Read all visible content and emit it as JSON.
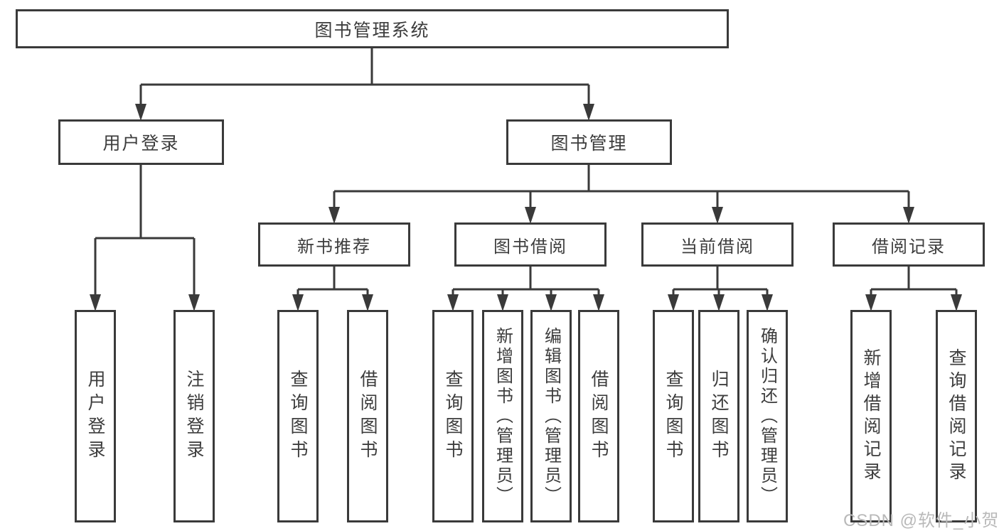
{
  "tree": {
    "root": {
      "label": "图书管理系统"
    },
    "level2": [
      {
        "label": "用户登录",
        "children": [
          {
            "label": "用户登录"
          },
          {
            "label": "注销登录"
          }
        ]
      },
      {
        "label": "图书管理",
        "children": [
          {
            "label": "新书推荐",
            "children": [
              {
                "label": "查询图书"
              },
              {
                "label": "借阅图书"
              }
            ]
          },
          {
            "label": "图书借阅",
            "children": [
              {
                "label": "查询图书"
              },
              {
                "label": "新增图书（管理员）"
              },
              {
                "label": "编辑图书（管理员）"
              },
              {
                "label": "借阅图书"
              }
            ]
          },
          {
            "label": "当前借阅",
            "children": [
              {
                "label": "查询图书"
              },
              {
                "label": "归还图书"
              },
              {
                "label": "确认归还（管理员）"
              }
            ]
          },
          {
            "label": "借阅记录",
            "children": [
              {
                "label": "新增借阅记录"
              },
              {
                "label": "查询借阅记录"
              }
            ]
          }
        ]
      }
    ]
  },
  "watermark": {
    "text": "CSDN @软件_小贺同学"
  },
  "colors": {
    "line": "#3a3a3a",
    "text": "#3d3d3d",
    "watermark": "#b9b9b9",
    "background": "#ffffff"
  }
}
